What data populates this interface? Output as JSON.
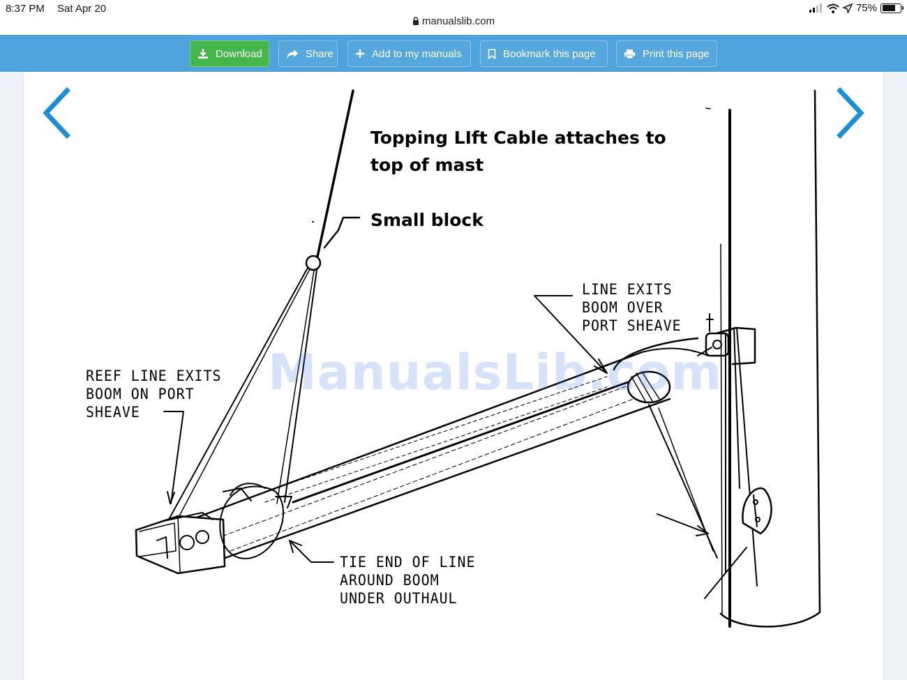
{
  "status_bar": {
    "time": "8:37 PM",
    "date": "Sat Apr 20",
    "battery": "75%"
  },
  "browser": {
    "url": "manualslib.com"
  },
  "toolbar": {
    "download_label": "Download",
    "share_label": "Share",
    "add_label": "Add to my manuals",
    "bookmark_label": "Bookmark this page",
    "print_label": "Print this page"
  },
  "diagram": {
    "annotation_topping_line1": "Topping LIft Cable attaches to",
    "annotation_topping_line2": "top of mast",
    "annotation_small_block": "Small block",
    "label_line_exits": "LINE EXITS\nBOOM OVER\nPORT SHEAVE",
    "label_reef_line": "REEF LINE EXITS\nBOOM ON PORT\nSHEAVE",
    "label_tie_end": "TIE END OF LINE\nAROUND BOOM\nUNDER OUTHAUL",
    "watermark": "ManualsLib.com"
  },
  "colors": {
    "toolbar_bg": "#4fa3dc",
    "download_bg": "#45b64a",
    "nav_arrow": "#1a8fd8"
  }
}
